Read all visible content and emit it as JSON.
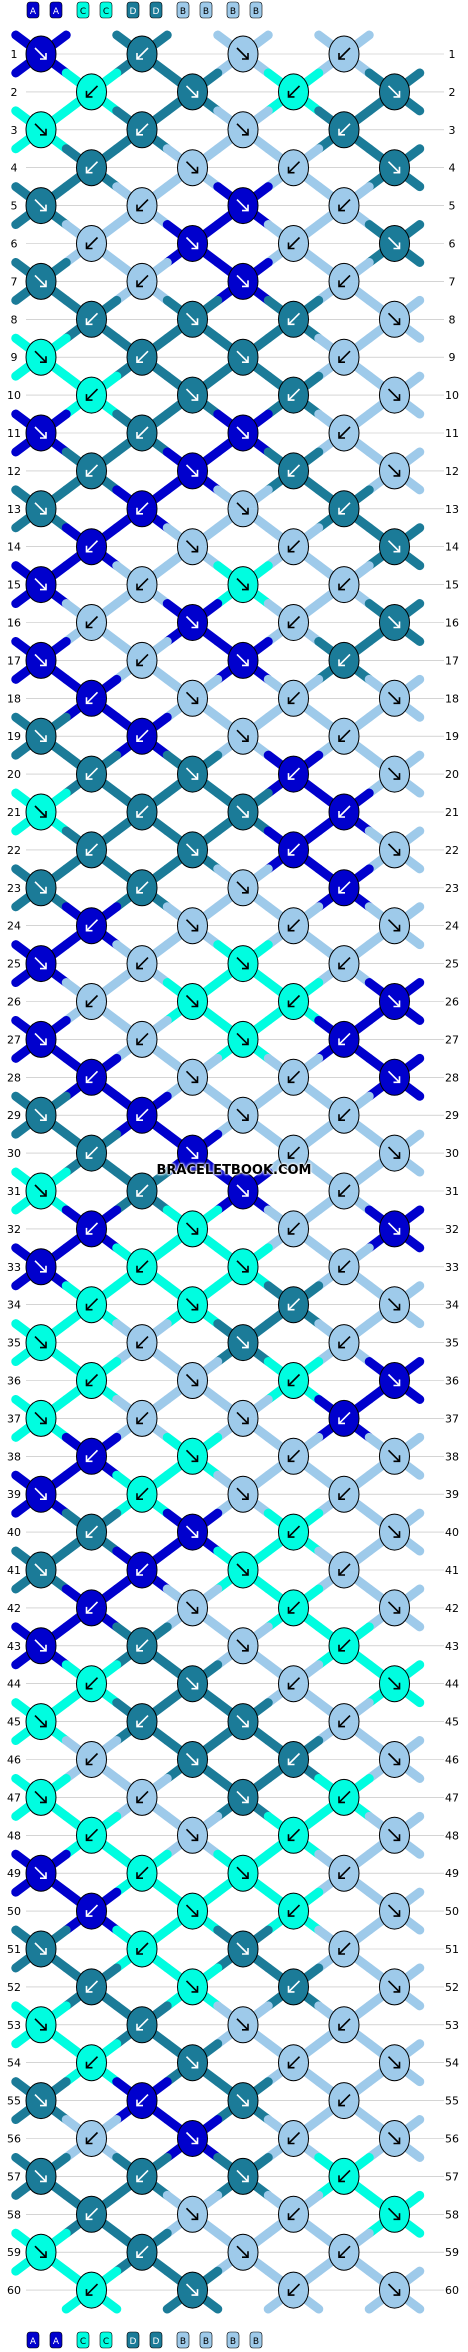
{
  "watermark": "BRACELETBOOK.COM",
  "colors": {
    "A": "#0000cd",
    "C": "#00fde0",
    "D": "#1b7b98",
    "B": "#9ecaea",
    "outline": "#000000",
    "row_line": "#bbbbbb"
  },
  "string_labels": [
    "A",
    "A",
    "C",
    "C",
    "D",
    "D",
    "B",
    "B",
    "B",
    "B"
  ],
  "row_labels": [
    "1",
    "2",
    "3",
    "4",
    "5",
    "6",
    "7",
    "8",
    "9",
    "10",
    "11",
    "12",
    "13",
    "14",
    "15",
    "16",
    "17",
    "18",
    "19",
    "20",
    "21",
    "22",
    "23",
    "24",
    "25",
    "26",
    "27",
    "28",
    "29",
    "30",
    "31",
    "32",
    "33",
    "34",
    "35",
    "36",
    "37",
    "38",
    "39",
    "40",
    "41",
    "42",
    "43",
    "44",
    "45",
    "46",
    "47",
    "48",
    "49",
    "50",
    "51",
    "52",
    "53",
    "54",
    "55",
    "56",
    "57",
    "58",
    "59",
    "60"
  ],
  "knot_colors": [
    "AD BB B",
    "C D CD B",
    "CDBDB",
    "D B B D B",
    "D BAB D",
    "B A BD B",
    "DB AB B",
    "D D D B B",
    "C D D B B",
    "C D D B B",
    "A D A B B",
    "D A D B B",
    "D A B D B",
    "A B B D B",
    "A B C B D",
    "B A B D B",
    "A B A D B",
    "A B B B B",
    "D A B B B",
    "D D A B B",
    "C D D A B",
    "D D A B B",
    "D D B A B",
    "A B B B A",
    "A B C B A",
    "B C C A B",
    "A B C A B",
    "A B B A B",
    "D A B B B",
    "D A B B B",
    "C D A B B",
    "A C B A B",
    "A C C B A",
    "C C D B A",
    "C B D B A",
    "C B C A B",
    "C B B A B",
    "A C B B B",
    "A C B B B",
    "D A C B B",
    "D A C B B",
    "A B C B B",
    "A D B C B",
    "C D B C B",
    "C D D B C",
    "B D D B B",
    "C B D C B",
    "C B C B B",
    "A C C B B",
    "A C C B B",
    "D C D B B",
    "D C D B B",
    "C D B B B",
    "C D B B B",
    "D A D B C",
    "B A B B B",
    "D D D C B",
    "D B B C B",
    "C D B B B",
    "C D B B B"
  ]
}
